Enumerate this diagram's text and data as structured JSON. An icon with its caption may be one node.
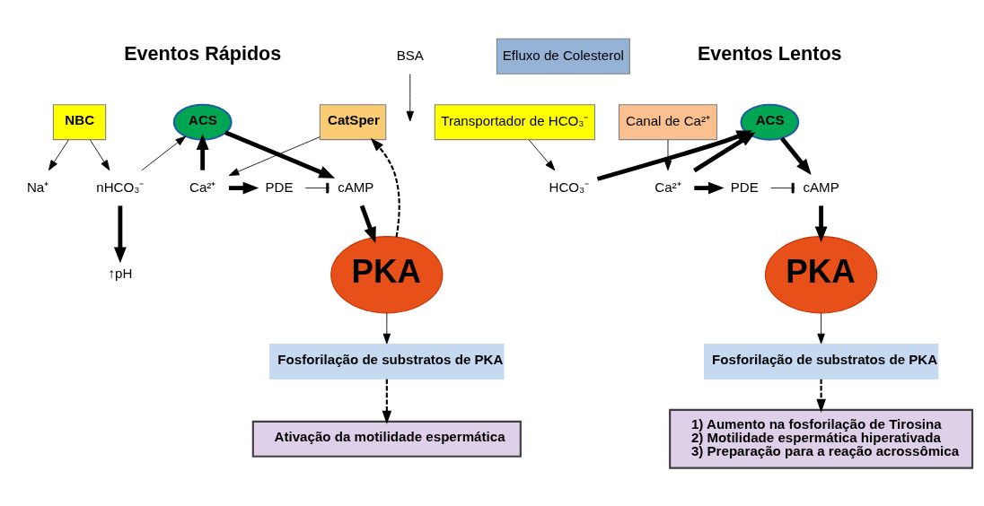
{
  "diagram": {
    "nodes": [
      {
        "text": [
          "NBC"
        ]
      },
      {
        "text": [
          "ACS"
        ]
      },
      {
        "text": [
          "CatSper"
        ]
      },
      {
        "text": [
          "Na⁺"
        ]
      },
      {
        "text": [
          "nHCO₃⁻"
        ]
      },
      {
        "text": [
          "cAMP"
        ]
      },
      {
        "text": [
          "PDE"
        ]
      },
      {
        "text": [
          "Ca²⁺"
        ]
      },
      {
        "text": [
          "↑pH"
        ]
      },
      {
        "text": [
          "PKA"
        ]
      },
      {
        "text": [
          "Fosforilação de substratos de PKA"
        ]
      },
      {
        "text": [
          "Ativação da motilidade espermática"
        ]
      },
      {
        "text": [
          "BSA"
        ]
      },
      {
        "text": [
          "Efluxo de Colesterol"
        ]
      },
      {
        "text": [
          "Transportador de HCO₃⁻"
        ]
      },
      {
        "text": [
          "ACS"
        ]
      },
      {
        "text": [
          "Canal de Ca²⁺"
        ]
      },
      {
        "text": [
          "HCO₃⁻"
        ]
      },
      {
        "text": [
          "cAMP"
        ]
      },
      {
        "text": [
          "PDE"
        ]
      },
      {
        "text": [
          "Ca²⁺"
        ]
      },
      {
        "text": [
          "PKA"
        ]
      },
      {
        "text": [
          "Fosforilação de substratos de PKA"
        ]
      },
      {
        "text": [
          "1) Aumento na fosforilação de Tirosina",
          "2) Motilidade espermática hiperativada",
          "3) Preparação para a reação acrossômica"
        ]
      }
    ],
    "edges": [
      {
        "from": 0,
        "to": 3,
        "arrow": "to"
      },
      {
        "from": 0,
        "to": 4,
        "arrow": "to"
      },
      {
        "from": 4,
        "to": 1,
        "arrow": "to"
      },
      {
        "from": 4,
        "to": 8,
        "arrow": "to",
        "style": "thick"
      },
      {
        "from": 1,
        "to": 5,
        "arrow": "to",
        "style": "thick"
      },
      {
        "from": 5,
        "to": 9,
        "arrow": "to",
        "style": "thick"
      },
      {
        "from": 7,
        "to": 1,
        "arrow": "to",
        "style": "thick"
      },
      {
        "from": 7,
        "to": 6,
        "arrow": "to",
        "style": "thick"
      },
      {
        "from": 6,
        "to": 5,
        "arrow": "other"
      },
      {
        "from": 2,
        "to": 7,
        "arrow": "to"
      },
      {
        "from": 9,
        "to": 2,
        "arrow": "to",
        "style": "dashed"
      },
      {
        "from": 9,
        "to": 10,
        "arrow": "to"
      },
      {
        "from": 10,
        "to": 11,
        "arrow": "to",
        "style": "dashed"
      },
      {
        "from": 12,
        "to": null,
        "arrow": "to"
      },
      {
        "from": 14,
        "to": 17,
        "arrow": "to"
      },
      {
        "from": 17,
        "to": 15,
        "arrow": "to",
        "style": "thick"
      },
      {
        "from": 15,
        "to": 18,
        "arrow": "to",
        "style": "thick"
      },
      {
        "from": 18,
        "to": 21,
        "arrow": "to",
        "style": "thick"
      },
      {
        "from": 20,
        "to": 15,
        "arrow": "to",
        "style": "thick"
      },
      {
        "from": 20,
        "to": 19,
        "arrow": "to",
        "style": "thick"
      },
      {
        "from": 19,
        "to": 18,
        "arrow": "other"
      },
      {
        "from": 16,
        "to": 20,
        "arrow": "to"
      },
      {
        "from": 21,
        "to": 22,
        "arrow": "to"
      },
      {
        "from": 22,
        "to": 23,
        "arrow": "to",
        "style": "dashed"
      }
    ],
    "labels": [
      "Eventos Rápidos",
      "Eventos Lentos"
    ]
  }
}
